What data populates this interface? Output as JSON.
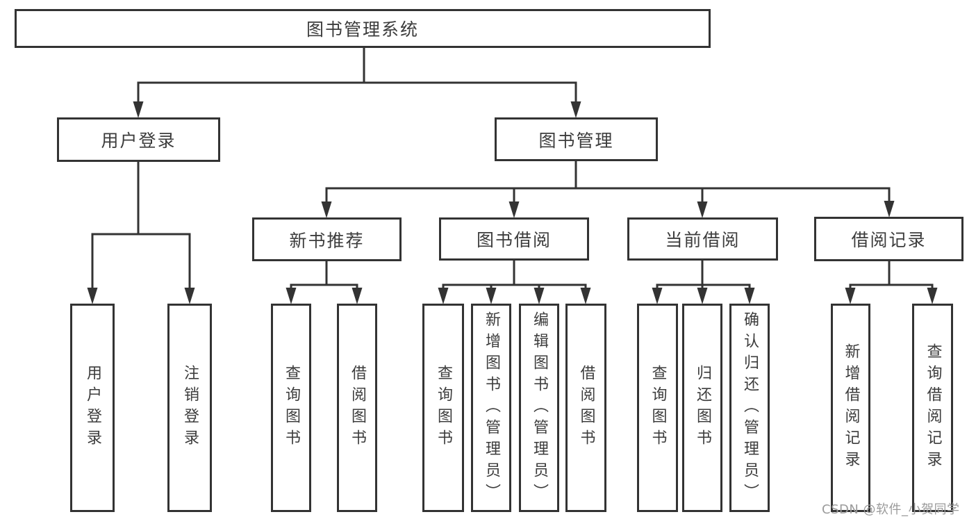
{
  "tree": {
    "root": "图书管理系统",
    "level2": {
      "user_login": "用户登录",
      "book_mgmt": "图书管理"
    },
    "level3": {
      "new_rec": "新书推荐",
      "borrow": "图书借阅",
      "current": "当前借阅",
      "records": "借阅记录"
    },
    "leaves": {
      "user_login": [
        "用户登录",
        "注销登录"
      ],
      "new_rec": [
        "查询图书",
        "借阅图书"
      ],
      "borrow": [
        "查询图书",
        "新增图书（管理员）",
        "编辑图书（管理员）",
        "借阅图书"
      ],
      "current": [
        "查询图书",
        "归还图书",
        "确认归还（管理员）"
      ],
      "records": [
        "新增借阅记录",
        "查询借阅记录"
      ]
    }
  },
  "watermark": "CSDN @软件_小贺同学",
  "colors": {
    "line": "#333333",
    "box_border": "#333333",
    "text": "#3c3c3c",
    "watermark": "#9b9b9b",
    "background": "#ffffff"
  }
}
